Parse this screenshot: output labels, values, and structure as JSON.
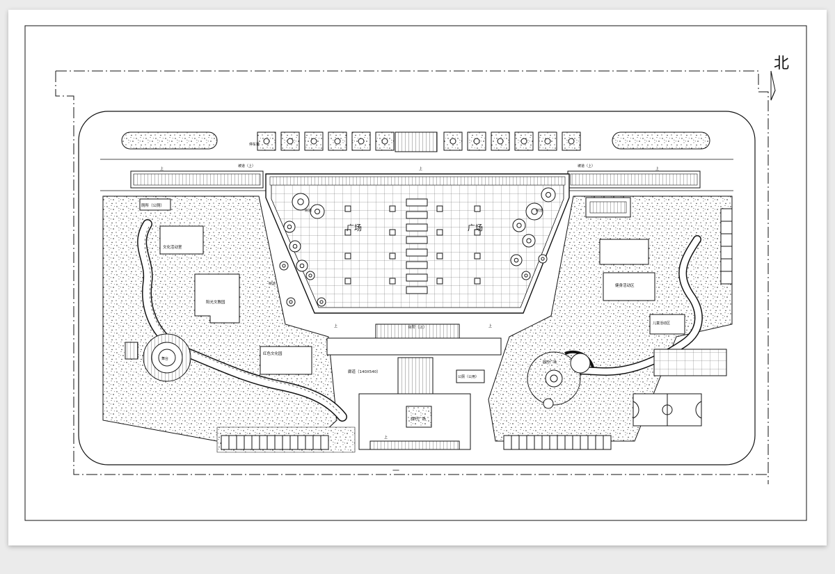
{
  "drawing": {
    "north": "北",
    "north_symbol": "north-arrow",
    "labels": {
      "plaza_left": "广场",
      "plaza_right": "广场",
      "steps_top_left": "坡道（上）",
      "steps_top_right": "坡道（上）",
      "steps_center": "台阶（上）",
      "parking_top": "停车场",
      "toilet_west": "厕所（公厕）",
      "culture_hall": "文化活动室",
      "exhibit_building": "阳光文教园",
      "red_culture_garden": "红色文化园",
      "fitness_area": "健身活动区",
      "children_play": "儿童活动区",
      "toilet_south": "公厕（公用）",
      "stage": "舞台",
      "heritage_plaza": "廊道（140X540）",
      "center_square": "旗杆广场",
      "round_plaza": "圆形广场",
      "tree_right": "树池",
      "tree_left": "树池",
      "tree_mid": "树池",
      "up_1": "上",
      "up_2": "上",
      "up_3": "上",
      "up_4": "上",
      "up_5": "上",
      "up_6": "上",
      "bottom_marker": "一"
    },
    "colors": {
      "ink": "#111111",
      "paper": "#ffffff",
      "backdrop": "#ebebeb"
    }
  }
}
